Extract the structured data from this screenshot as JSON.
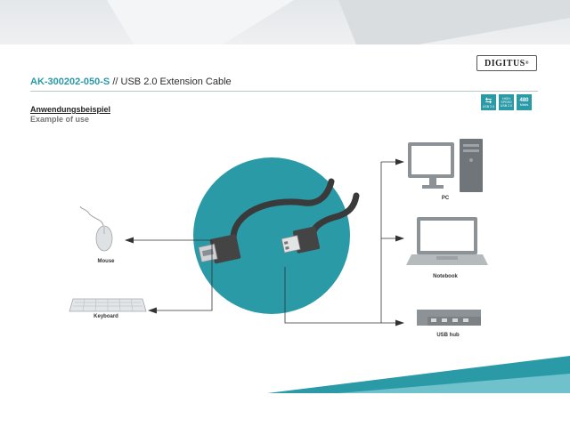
{
  "header": {
    "product_code": "AK-300202-050-S",
    "separator": "//",
    "product_name": "USB 2.0 Extension Cable",
    "brand": "DIGITUS"
  },
  "section": {
    "title_de": "Anwendungsbeispiel",
    "title_en": "Example of use"
  },
  "badges": [
    {
      "line1": "USB 2.0",
      "icon": "usb-trident-icon"
    },
    {
      "line1": "HIGH SPEED",
      "line2": "USB 2.0",
      "icon": "high-speed-icon"
    },
    {
      "line1": "480",
      "line2": "Mbit/s",
      "icon": "speed-480-icon"
    }
  ],
  "devices": {
    "mouse": "Mouse",
    "keyboard": "Keyboard",
    "pc": "PC",
    "notebook": "Notebook",
    "usb_hub": "USB hub"
  },
  "colors": {
    "accent": "#2a9aa7",
    "circle": "#2a9aa7",
    "line": "#333333"
  }
}
